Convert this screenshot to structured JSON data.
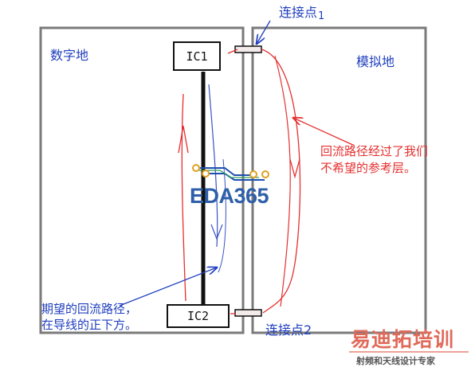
{
  "regions": {
    "digital": "数字地",
    "analog": "模拟地"
  },
  "chips": {
    "ic1": "IC1",
    "ic2": "IC2"
  },
  "connectors": {
    "point1": "连接点",
    "point1_index": "1",
    "point2": "连接点2"
  },
  "annotations": {
    "undesired_line1": "回流路径经过了我们",
    "undesired_line2": "不希望的参考层。",
    "desired_line1": "期望的回流路径，",
    "desired_line2": "在导线的正下方。"
  },
  "watermark": "EDA365",
  "logo": {
    "name": "易迪拓培训",
    "tagline": "射频和天线设计专家"
  },
  "colors": {
    "region_border": "#7a7a7a",
    "trace": "#111111",
    "return_path": "#e53030",
    "annotation_blue": "#1f3fbf",
    "annotation_red": "#e53030"
  }
}
